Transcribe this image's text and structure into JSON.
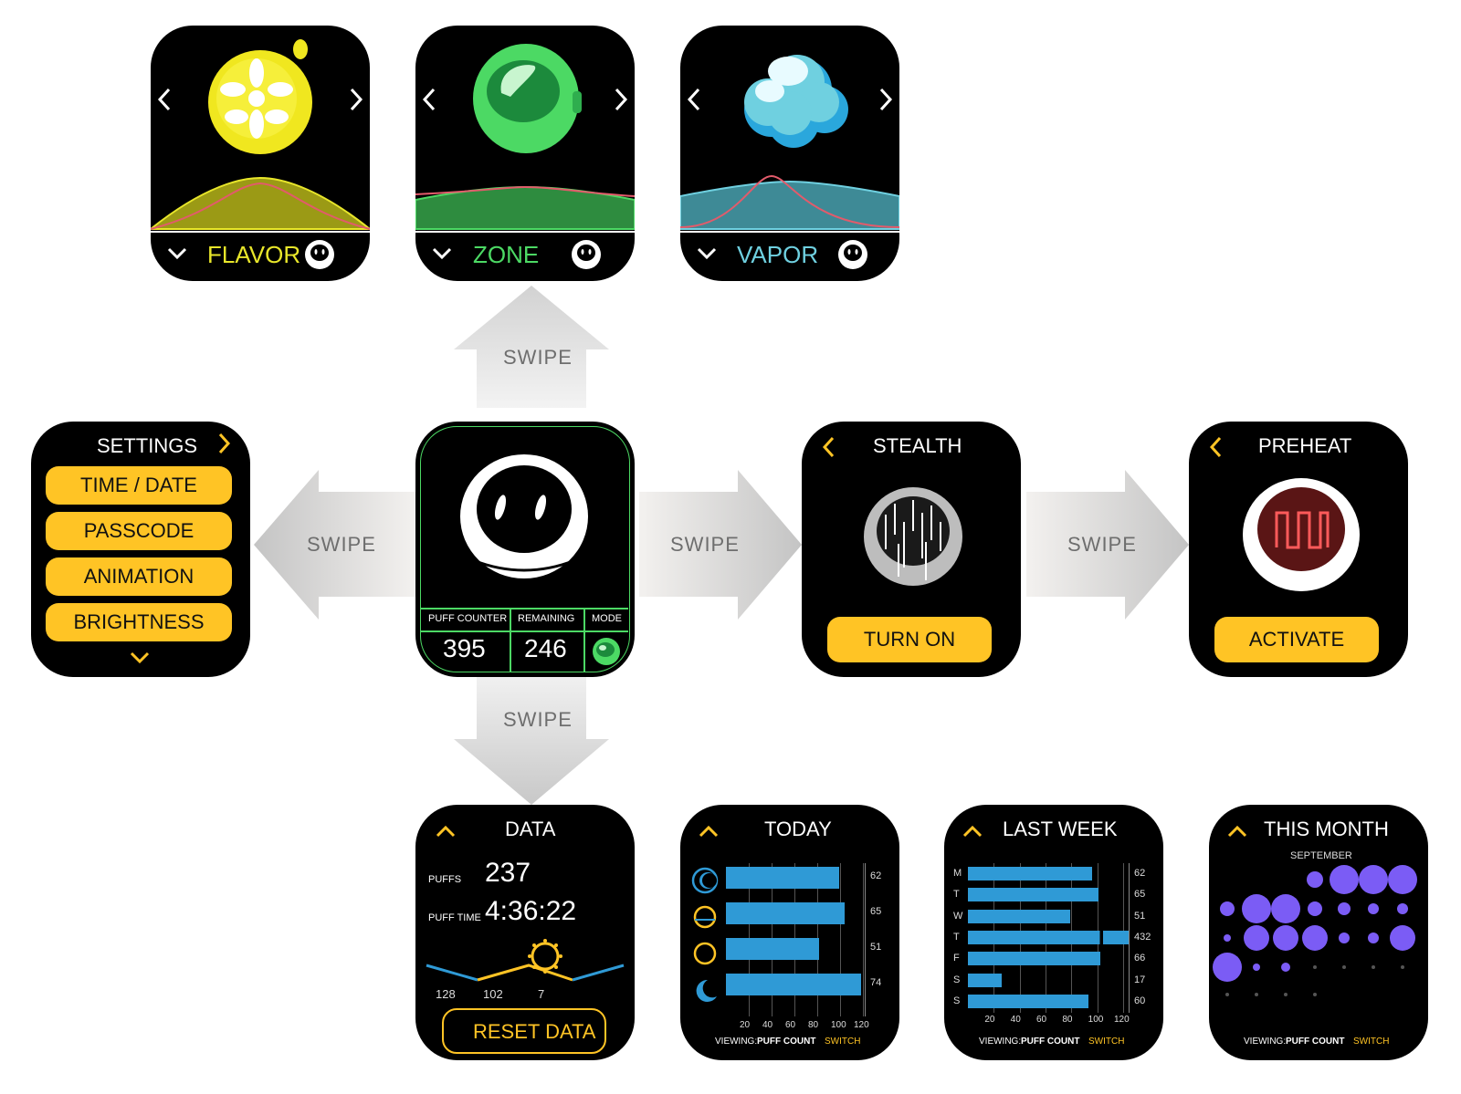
{
  "arrows": {
    "label": "SWIPE"
  },
  "modes": [
    {
      "label": "FLAVOR",
      "color": "#e8e62a"
    },
    {
      "label": "ZONE",
      "color": "#4cd964"
    },
    {
      "label": "VAPOR",
      "color": "#6fd0e0"
    }
  ],
  "settings": {
    "title": "SETTINGS",
    "items": [
      "TIME / DATE",
      "PASSCODE",
      "ANIMATION",
      "BRIGHTNESS"
    ]
  },
  "home": {
    "puff_counter_label": "PUFF COUNTER",
    "puff_counter": "395",
    "remaining_label": "REMAINING",
    "remaining": "246",
    "mode_label": "MODE"
  },
  "stealth": {
    "title": "STEALTH",
    "button": "TURN ON"
  },
  "preheat": {
    "title": "PREHEAT",
    "button": "ACTIVATE"
  },
  "data_screen": {
    "title": "DATA",
    "puffs_label": "PUFFS",
    "puffs": "237",
    "puff_time_label": "PUFF TIME",
    "puff_time": "4:36:22",
    "values": [
      "128",
      "102",
      "7"
    ],
    "reset": "RESET DATA"
  },
  "today": {
    "title": "TODAY",
    "values": [
      "62",
      "65",
      "51",
      "74"
    ],
    "ticks": [
      "20",
      "40",
      "60",
      "80",
      "100",
      "120"
    ],
    "viewing_label": "VIEWING:",
    "viewing_value": "PUFF COUNT",
    "switch": "SWITCH"
  },
  "last_week": {
    "title": "LAST WEEK",
    "days": [
      "M",
      "T",
      "W",
      "T",
      "F",
      "S",
      "S"
    ],
    "values": [
      "62",
      "65",
      "51",
      "432",
      "66",
      "17",
      "60"
    ],
    "ticks": [
      "20",
      "40",
      "60",
      "80",
      "100",
      "120"
    ],
    "viewing_label": "VIEWING:",
    "viewing_value": "PUFF COUNT",
    "switch": "SWITCH"
  },
  "this_month": {
    "title": "THIS MONTH",
    "month": "SEPTEMBER",
    "viewing_label": "VIEWING:",
    "viewing_value": "PUFF COUNT",
    "switch": "SWITCH"
  },
  "colors": {
    "accent": "#ffc425",
    "bar": "#2f9ad6",
    "dot": "#7b5cf5",
    "green": "#4cd964"
  }
}
